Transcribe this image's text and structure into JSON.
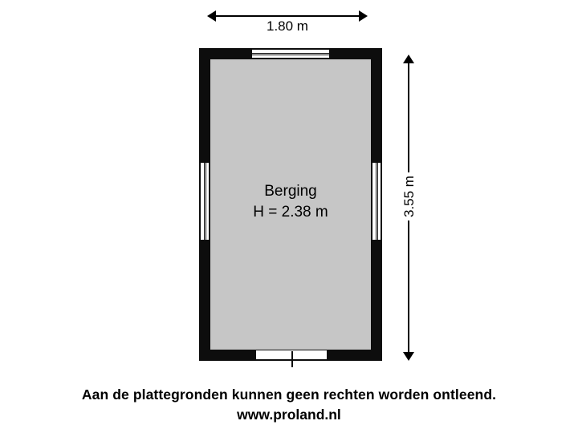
{
  "plan": {
    "width_label": "1.80 m",
    "height_label": "3.55 m",
    "room": {
      "name": "Berging",
      "height_text": "H = 2.38 m"
    },
    "colors": {
      "wall": "#0d0d0d",
      "floor": "#c6c6c6",
      "background": "#ffffff",
      "text": "#000000"
    }
  },
  "footer": {
    "disclaimer": "Aan de plattegronden kunnen geen rechten worden ontleend.",
    "website": "www.proland.nl"
  }
}
